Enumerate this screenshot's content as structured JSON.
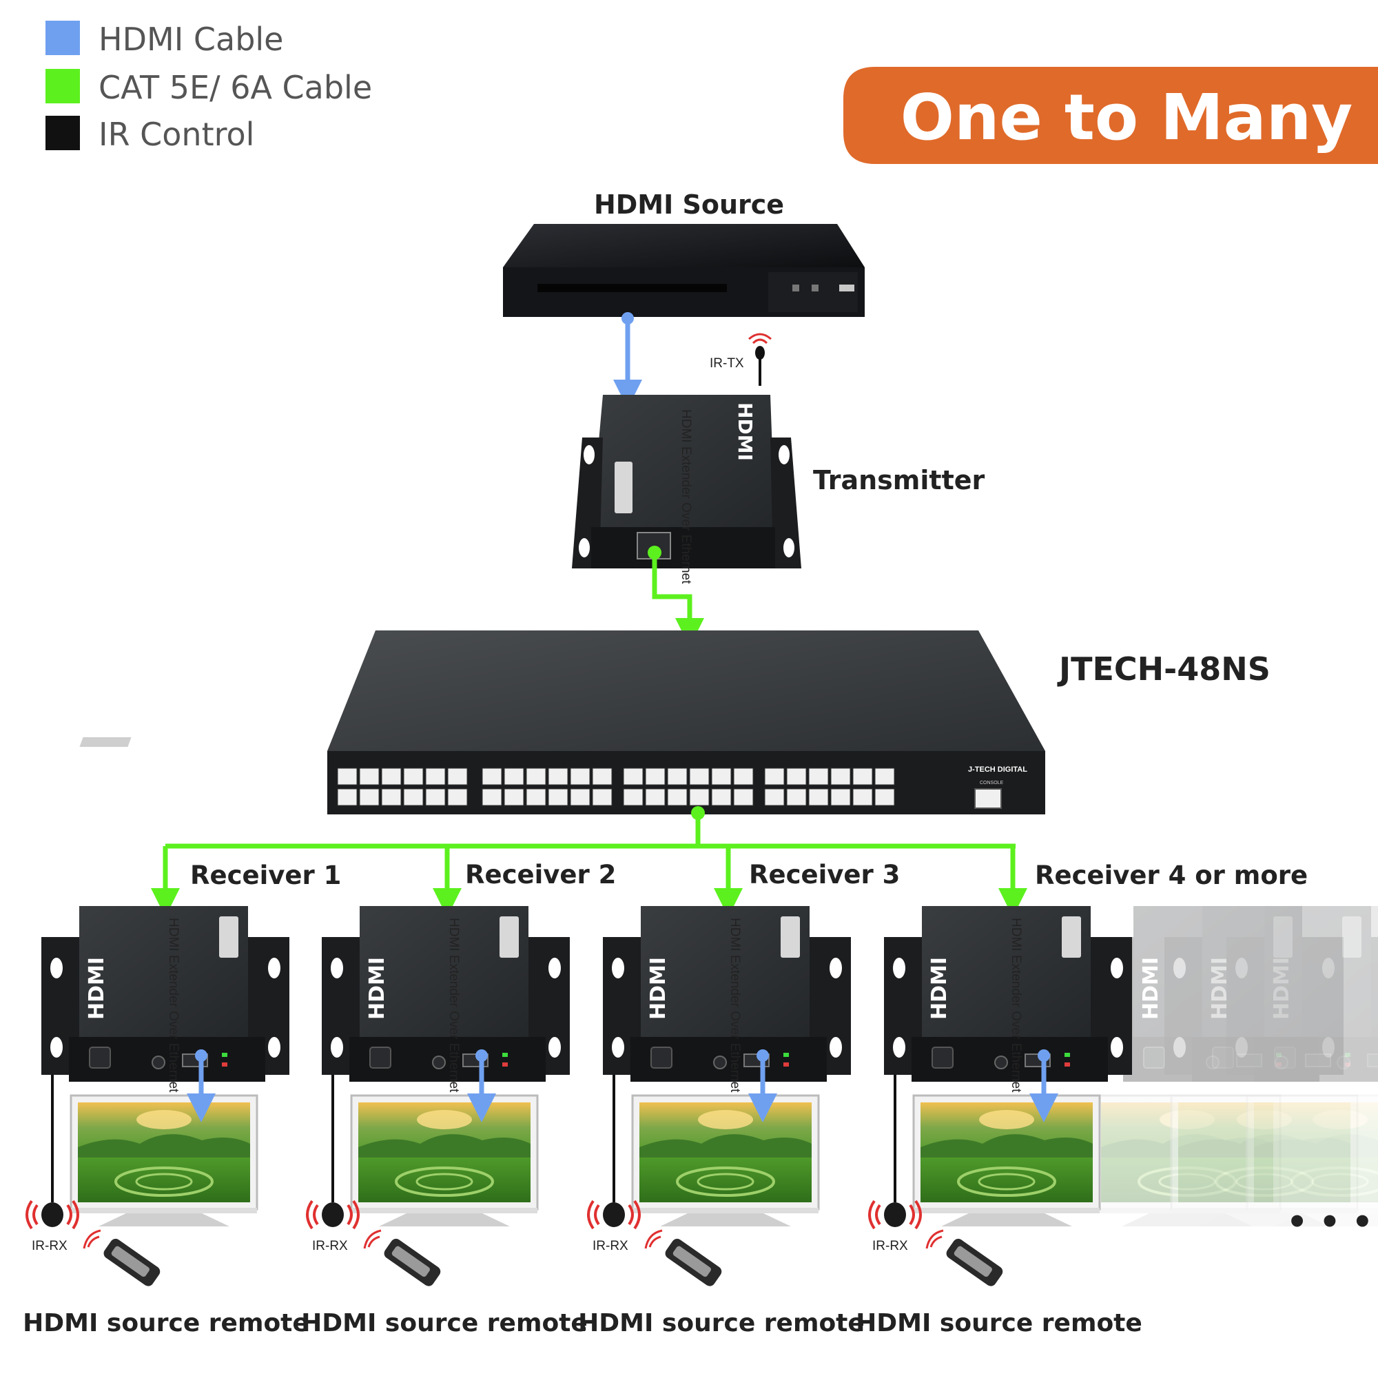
{
  "legend": [
    {
      "label": "HDMI Cable",
      "color": "#6fa0f0"
    },
    {
      "label": "CAT 5E/ 6A Cable",
      "color": "#5cf01e"
    },
    {
      "label": "IR Control",
      "color": "#111111"
    }
  ],
  "banner": {
    "text": "One to Many",
    "color": "#e06a2a"
  },
  "source": {
    "label": "HDMI Source"
  },
  "ir_tx": {
    "label": "IR-TX"
  },
  "transmitter": {
    "label": "Transmitter",
    "device_text": "HDMI Extender Over Ethernet",
    "side_text": "Transmitter"
  },
  "switch": {
    "label": "JTECH-48NS",
    "brand": "J-TECH DIGITAL",
    "console": "CONSOLE"
  },
  "receivers": [
    {
      "label": "Receiver 1",
      "ir_rx": "IR-RX",
      "remote": "HDMI source remote",
      "device_text": "HDMI Extender Over Ethernet"
    },
    {
      "label": "Receiver 2",
      "ir_rx": "IR-RX",
      "remote": "HDMI source remote",
      "device_text": "HDMI Extender Over Ethernet"
    },
    {
      "label": "Receiver 3",
      "ir_rx": "IR-RX",
      "remote": "HDMI source remote",
      "device_text": "HDMI Extender Over Ethernet"
    },
    {
      "label": "Receiver 4 or more",
      "ir_rx": "IR-RX",
      "remote": "HDMI source remote",
      "device_text": "HDMI Extender Over Ethernet"
    }
  ],
  "ellipsis": "• • •",
  "icons": [
    "receiver-device-icon",
    "tv-monitor-icon",
    "ir-receiver-icon",
    "remote-control-icon",
    "network-switch-icon",
    "blu-ray-player-icon"
  ]
}
